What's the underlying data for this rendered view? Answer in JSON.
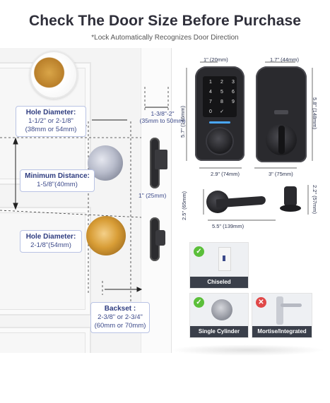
{
  "header": {
    "title": "Check The Door Size Before Purchase",
    "subtitle": "*Lock Automatically Recognizes Door Direction"
  },
  "door_labels": {
    "hole_diameter_1": {
      "title": "Hole Diameter:",
      "line1": "1-1/2\" or 2-1/8\"",
      "line2": "(38mm or 54mm)"
    },
    "minimum_distance": {
      "title": "Minimum Distance:",
      "line1": "1-5/8\"(40mm)"
    },
    "hole_diameter_2": {
      "title": "Hole Diameter:",
      "line1": "2-1/8\"(54mm)"
    },
    "backset": {
      "title": "Backset :",
      "line1": "2-3/8\" or 2-3/4\"",
      "line2": "(60mm or 70mm)"
    },
    "door_thickness": {
      "line1": "1-3/8\"-2\"",
      "line2": "(35mm to 50mm)"
    },
    "latch_width": "1\" (25mm)"
  },
  "dimensions": {
    "front_top": "1\" (20mm)",
    "front_height": "5.7\" (146mm)",
    "front_width": "2.9\" (74mm)",
    "back_top": "1.7\" (44mm)",
    "back_height": "5.8\" (148mm)",
    "back_width": "3\" (75mm)",
    "lever_height": "2.5\" (65mm)",
    "lever_width": "5.5\" (139mm)",
    "rose_height": "2.2\" (57mm)"
  },
  "keypad": [
    "1",
    "2",
    "3",
    "4",
    "5",
    "6",
    "7",
    "8",
    "9",
    "0",
    "✓"
  ],
  "options": [
    {
      "caption": "Chiseled",
      "status": "ok"
    },
    {
      "caption": "Single Cylinder",
      "status": "ok"
    },
    {
      "caption": "Mortise/Integrated",
      "status": "no"
    }
  ],
  "colors": {
    "accent": "#3c4a8a",
    "ok": "#5bbf3a",
    "no": "#e04848",
    "lock": "#2b2b2e"
  }
}
